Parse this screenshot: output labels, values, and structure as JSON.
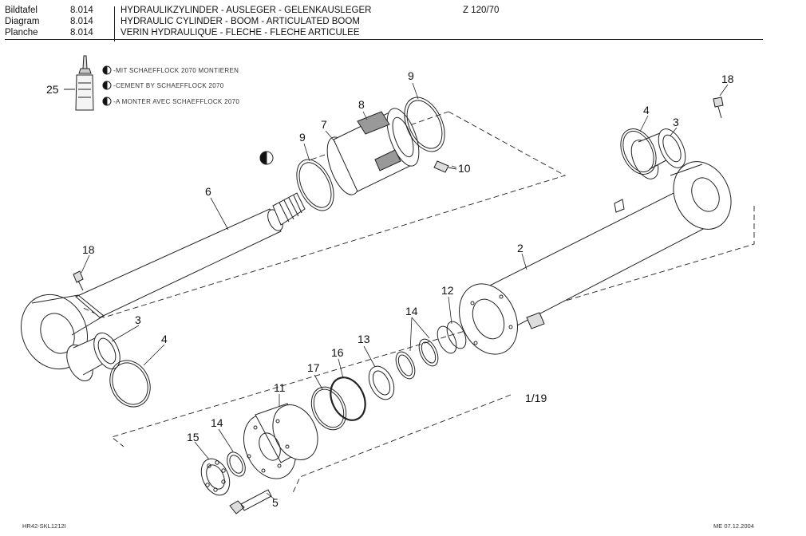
{
  "header": {
    "labels": [
      "Bildtafel",
      "Diagram",
      "Planche"
    ],
    "numbers": [
      "8.014",
      "8.014",
      "8.014"
    ],
    "titles": [
      "HYDRAULIKZYLINDER - AUSLEGER - GELENKAUSLEGER",
      "HYDRAULIC CYLINDER - BOOM - ARTICULATED BOOM",
      "VERIN HYDRAULIQUE - FLECHE - FLECHE ARTICULEE"
    ],
    "model": "Z 120/70"
  },
  "notes": [
    "-MIT SCHAEFFLOCK 2070 MONTIEREN",
    "-CEMENT BY SCHAEFFLOCK 2070",
    "-A MONTER AVEC SCHAEFFLOCK 2070"
  ],
  "callouts": {
    "c25": "25",
    "c9a": "9",
    "c9b": "9",
    "c8": "8",
    "c7": "7",
    "c10": "10",
    "c6": "6",
    "c18a": "18",
    "c18b": "18",
    "c4a": "4",
    "c4b": "4",
    "c3a": "3",
    "c3b": "3",
    "c2": "2",
    "c12": "12",
    "c14a": "14",
    "c14b": "14",
    "c13": "13",
    "c16": "16",
    "c17": "17",
    "c11": "11",
    "c15": "15",
    "c5": "5",
    "c119": "1/19"
  },
  "footer": {
    "left": "HR42-SKL1212I",
    "right": "ME  07.12.2004"
  }
}
